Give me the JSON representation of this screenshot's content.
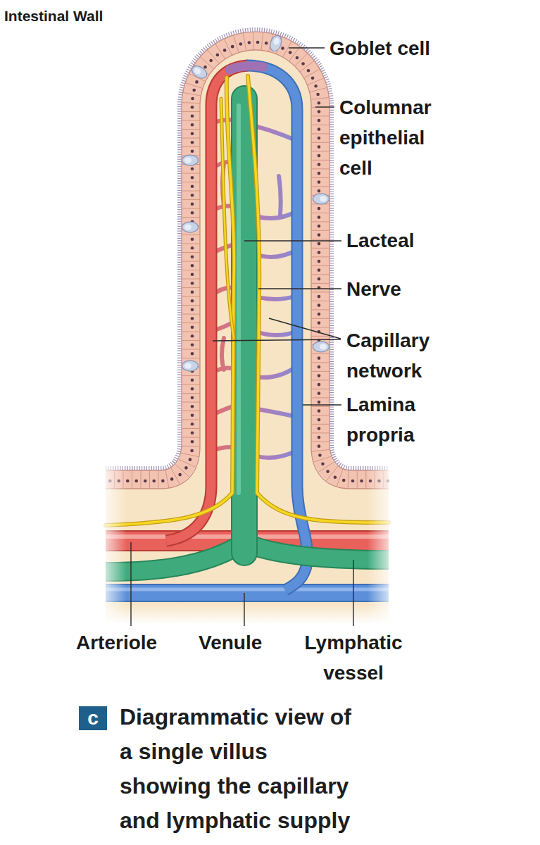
{
  "diagram": {
    "title": "Intestinal Wall",
    "caption": "Diagrammatic view of a single villus showing the capillary and lymphatic supply",
    "labels": [
      "Goblet cell",
      "Columnar epithelial cell",
      "Lacteal",
      "Nerve",
      "Capillary network",
      "Lamina propria",
      "Arteriole",
      "Venule",
      "Lymphatic vessel",
      "c"
    ]
  }
}
